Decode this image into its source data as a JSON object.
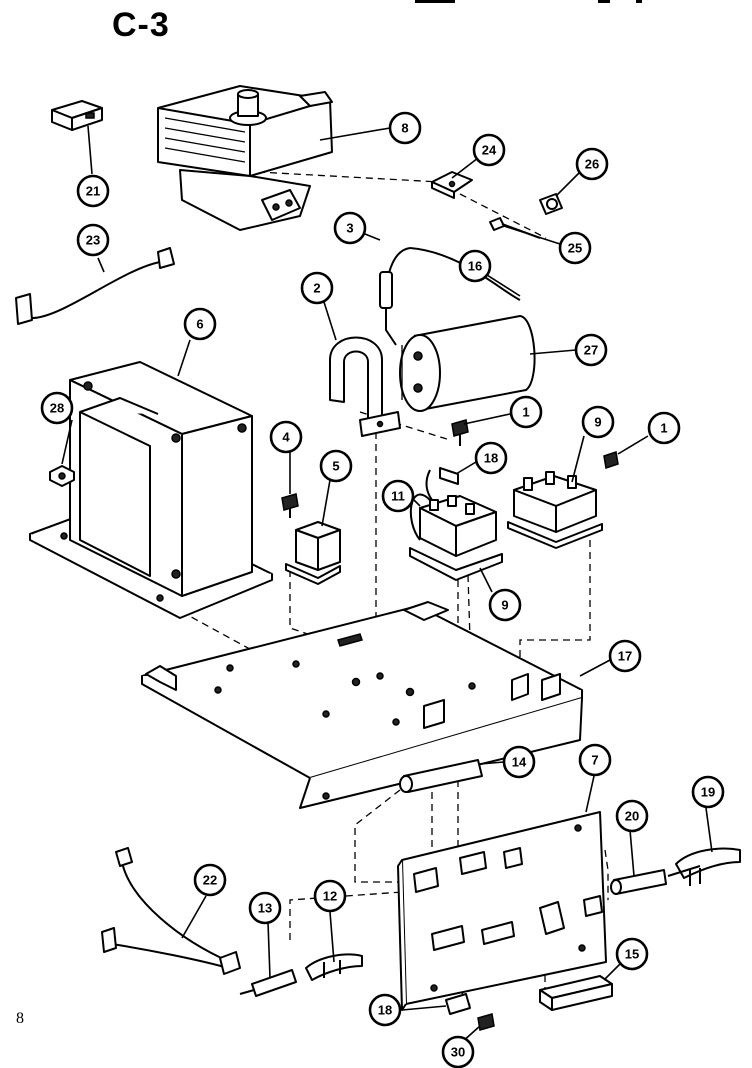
{
  "page": {
    "title": "C-3",
    "page_number": "8"
  },
  "callouts": {
    "c1a": "1",
    "c1b": "1",
    "c2": "2",
    "c3": "3",
    "c4": "4",
    "c5": "5",
    "c6": "6",
    "c7": "7",
    "c8": "8",
    "c9a": "9",
    "c9b": "9",
    "c11": "11",
    "c12": "12",
    "c13": "13",
    "c14": "14",
    "c15": "15",
    "c16": "16",
    "c17": "17",
    "c18a": "18",
    "c18b": "18",
    "c19": "19",
    "c20": "20",
    "c21": "21",
    "c22": "22",
    "c23": "23",
    "c24": "24",
    "c25": "25",
    "c26": "26",
    "c27": "27",
    "c28": "28",
    "c30": "30"
  }
}
